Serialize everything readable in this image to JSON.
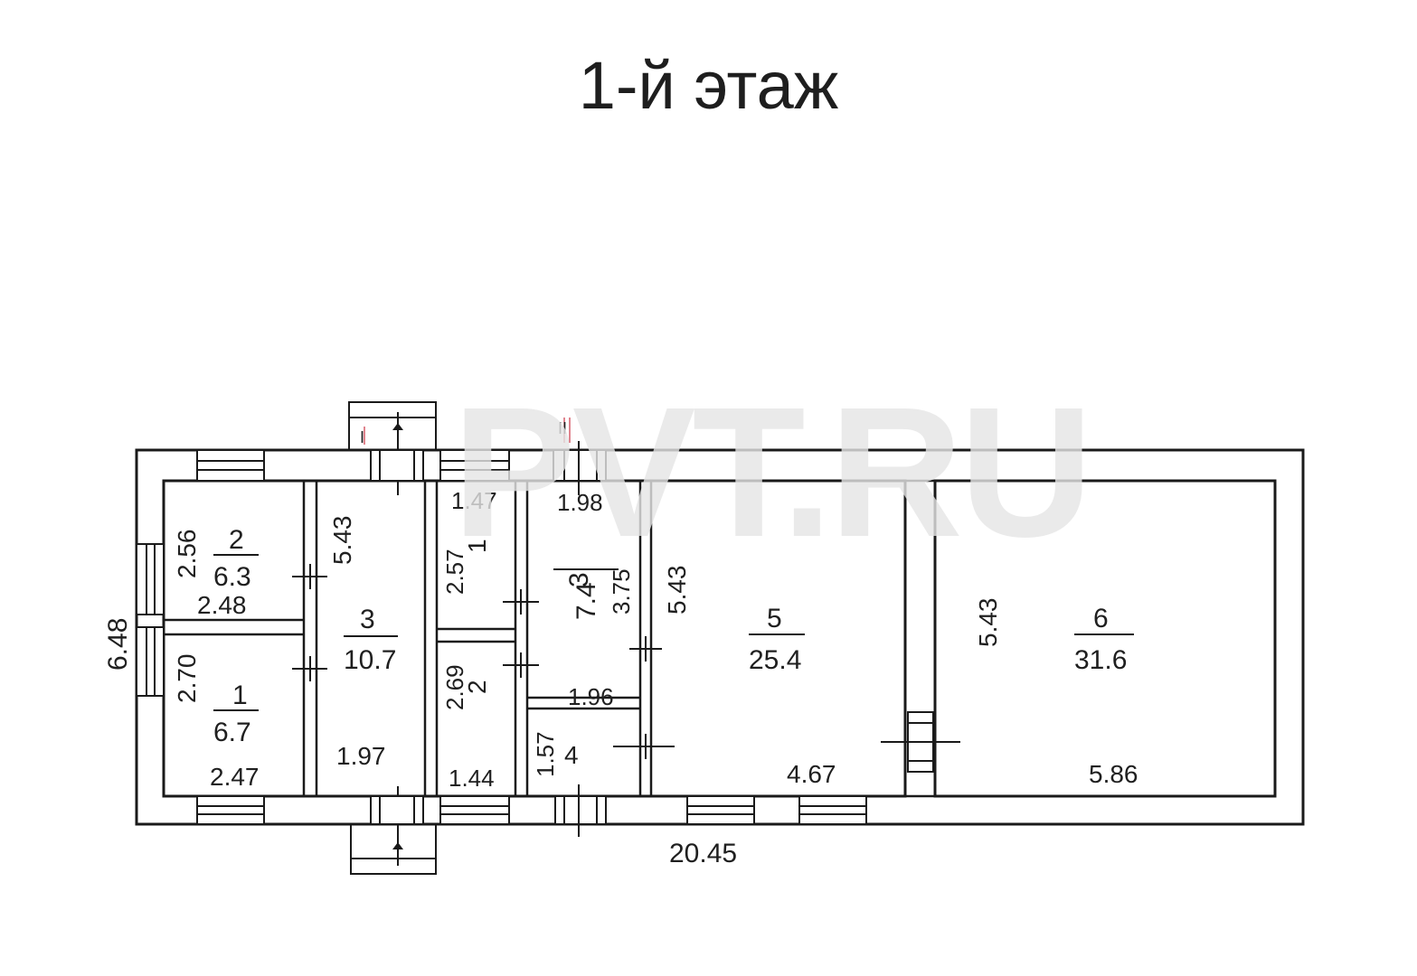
{
  "title": "1-й этаж",
  "watermark": "PVT.RU",
  "stair_markers": {
    "left": "I",
    "right": "II"
  },
  "overall": {
    "length": "20.45",
    "width": "6.48"
  },
  "rooms": [
    {
      "number": "2",
      "area": "6.3",
      "dims": [
        "2.56",
        "2.48"
      ]
    },
    {
      "number": "1",
      "area": "6.7",
      "dims": [
        "2.70",
        "2.47"
      ]
    },
    {
      "number": "3",
      "area": "10.7",
      "dims": [
        "5.43",
        "1.97"
      ]
    },
    {
      "number": "1",
      "dims": [
        "1.47",
        "2.57"
      ]
    },
    {
      "number": "2",
      "dims": [
        "2.69",
        "1.44"
      ]
    },
    {
      "number": "3",
      "area": "7.4",
      "dims": [
        "1.98",
        "3.75"
      ]
    },
    {
      "number": "4",
      "dims": [
        "1.96",
        "1.57"
      ]
    },
    {
      "number": "5",
      "area": "25.4",
      "dims": [
        "5.43",
        "4.67"
      ]
    },
    {
      "number": "6",
      "area": "31.6",
      "dims": [
        "5.43",
        "5.86"
      ]
    }
  ],
  "colors": {
    "wall": "#1a1a1a",
    "window": "#1a1a1a",
    "watermark": "#e6e6e6",
    "marker": "#cc3344"
  }
}
